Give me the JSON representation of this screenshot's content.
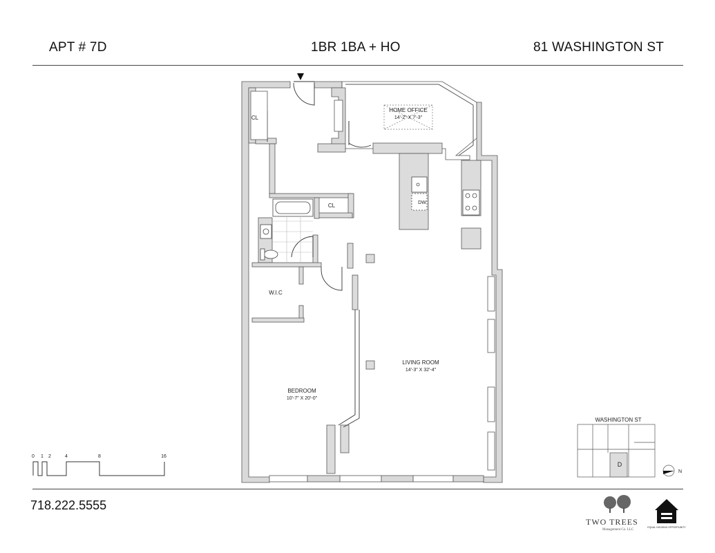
{
  "header": {
    "apartment": "APT # 7D",
    "unit_type": "1BR 1BA + HO",
    "address": "81 WASHINGTON ST"
  },
  "rooms": {
    "home_office": {
      "name": "HOME OFFICE",
      "dims": "14'-2\" X 7'-3\""
    },
    "living_room": {
      "name": "LIVING ROOM",
      "dims": "14'-3\" X 32'-4\""
    },
    "bedroom": {
      "name": "BEDROOM",
      "dims": "10'-7\" X 20'-0\""
    },
    "closet_entry": "CL",
    "closet_bath": "CL",
    "walk_in_closet": "W.I.C",
    "dishwasher": "DW"
  },
  "scale_bar": {
    "ticks": [
      "0",
      "1",
      "2",
      "4",
      "8",
      "16"
    ]
  },
  "key_plan": {
    "street": "WASHINGTON ST",
    "unit_marker": "D",
    "north": "N"
  },
  "footer": {
    "phone": "718.222.5555",
    "logo_name": "TWO TREES",
    "logo_sub": "Management Co. LLC",
    "eho_text": "EQUAL HOUSING OPPORTUNITY"
  }
}
